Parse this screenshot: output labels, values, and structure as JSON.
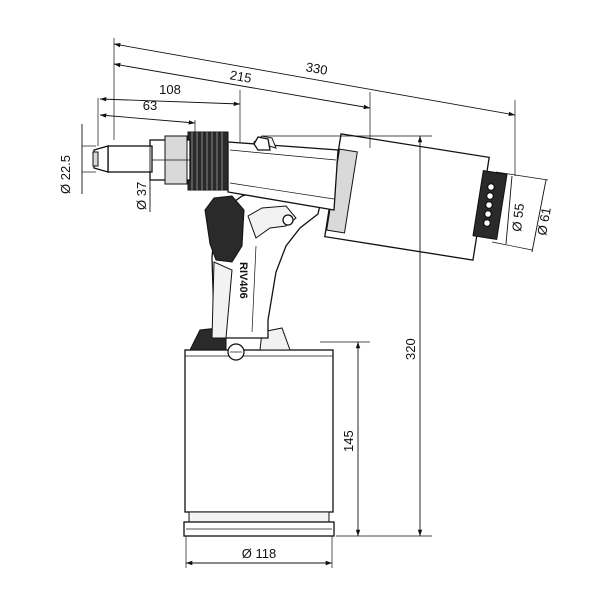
{
  "colors": {
    "line": "#111111",
    "body": "#ffffff",
    "shade": "#2a2a2a",
    "grey": "#d9d9d9"
  },
  "model_label": "RIV406",
  "dimensions": {
    "overall_length": "330",
    "length_215": "215",
    "length_108": "108",
    "length_63": "63",
    "nose_diameter": "Ø 22.5",
    "collar_diameter": "Ø 37",
    "cylinder_inner_diameter": "Ø 55",
    "cylinder_outer_diameter": "Ø 61",
    "total_height": "320",
    "reservoir_height": "145",
    "reservoir_diameter": "Ø 118"
  }
}
